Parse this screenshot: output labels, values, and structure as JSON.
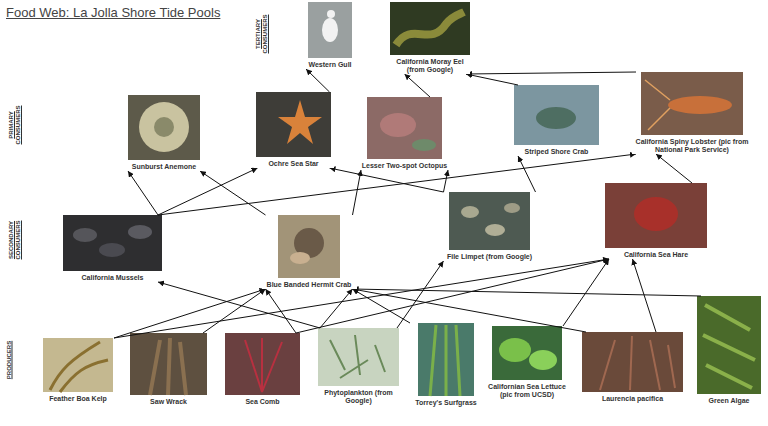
{
  "diagram": {
    "title": "Food Web: La Jolla Shore Tide Pools",
    "nodes": [
      {
        "text": [
          "Western Gull"
        ]
      },
      {
        "text": [
          "California Moray Eel (from Google)"
        ]
      },
      {
        "text": [
          "Sunburst Anemone"
        ]
      },
      {
        "text": [
          "Ochre Sea Star"
        ]
      },
      {
        "text": [
          "Lesser Two-spot Octopus"
        ]
      },
      {
        "text": [
          "Striped Shore Crab"
        ]
      },
      {
        "text": [
          "California Spiny Lobster (pic from National Park Service)"
        ]
      },
      {
        "text": [
          "California Mussels"
        ]
      },
      {
        "text": [
          "Blue Banded Hermit Crab"
        ]
      },
      {
        "text": [
          "File Limpet (from Google)"
        ]
      },
      {
        "text": [
          "California Sea Hare"
        ]
      },
      {
        "text": [
          "Feather Boa Kelp"
        ]
      },
      {
        "text": [
          "Saw Wrack"
        ]
      },
      {
        "text": [
          "Sea Comb"
        ]
      },
      {
        "text": [
          "Phytoplankton (from Google)"
        ]
      },
      {
        "text": [
          "Torrey's Surfgrass"
        ]
      },
      {
        "text": [
          "Californian Sea Lettuce (pic from UCSD)"
        ]
      },
      {
        "text": [
          "Laurencia pacifica"
        ]
      },
      {
        "text": [
          "Green Algae"
        ]
      }
    ],
    "edges": [
      {
        "from": 3,
        "to": 0,
        "arrow": "to"
      },
      {
        "from": 4,
        "to": 1,
        "arrow": "to"
      },
      {
        "from": 5,
        "to": 1,
        "arrow": "to"
      },
      {
        "from": 6,
        "to": 1,
        "arrow": "to"
      },
      {
        "from": 7,
        "to": 2,
        "arrow": "to"
      },
      {
        "from": 7,
        "to": 3,
        "arrow": "to"
      },
      {
        "from": 7,
        "to": 6,
        "arrow": "to"
      },
      {
        "from": 8,
        "to": 2,
        "arrow": "to"
      },
      {
        "from": 8,
        "to": 4,
        "arrow": "to"
      },
      {
        "from": 9,
        "to": 3,
        "arrow": "to"
      },
      {
        "from": 9,
        "to": 4,
        "arrow": "to"
      },
      {
        "from": 9,
        "to": 5,
        "arrow": "to"
      },
      {
        "from": 10,
        "to": 6,
        "arrow": "to"
      },
      {
        "from": 11,
        "to": 8,
        "arrow": "to"
      },
      {
        "from": 12,
        "to": 8,
        "arrow": "to"
      },
      {
        "from": 13,
        "to": 8,
        "arrow": "to"
      },
      {
        "from": 14,
        "to": 8,
        "arrow": "to"
      },
      {
        "from": 15,
        "to": 8,
        "arrow": "to"
      },
      {
        "from": 17,
        "to": 8,
        "arrow": "to"
      },
      {
        "from": 18,
        "to": 8,
        "arrow": "to"
      },
      {
        "from": 14,
        "to": 7,
        "arrow": "to"
      },
      {
        "from": 14,
        "to": 9,
        "arrow": "to"
      },
      {
        "from": 16,
        "to": 10,
        "arrow": "to"
      },
      {
        "from": 17,
        "to": 10,
        "arrow": "to"
      },
      {
        "from": 11,
        "to": 10,
        "arrow": "to"
      },
      {
        "from": 13,
        "to": 10,
        "arrow": "to"
      }
    ],
    "labels": [
      "TERTIARY CONSUMERS",
      "PRIMARY CONSUMERS",
      "SECONDARY CONSUMERS",
      "PRODUCERS"
    ]
  }
}
